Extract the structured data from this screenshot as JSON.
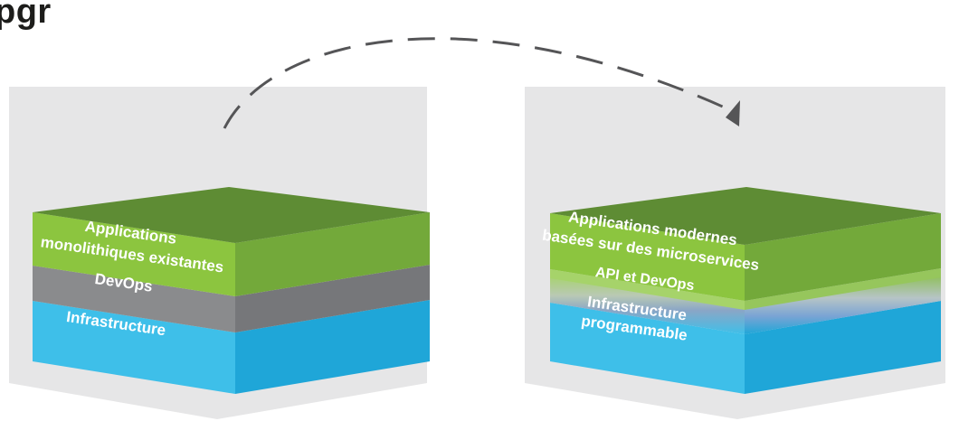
{
  "heading": "pgr",
  "colors": {
    "panel": "#e6e6e7",
    "top_green": "#5e8c34",
    "front_green": "#8cc53f",
    "side_green": "#73a93a",
    "gray_front": "#8a8b8d",
    "gray_side": "#76777a",
    "blue_front": "#3ebfe9",
    "blue_side": "#1fa6d8",
    "light_green": "#a6d36a",
    "arrow": "#555557"
  },
  "left_stack": {
    "apps_line1": "Applications",
    "apps_line2": "monolithiques existantes",
    "devops": "DevOps",
    "infra": "Infrastructure"
  },
  "right_stack": {
    "apps_line1": "Applications modernes",
    "apps_line2": "basées sur des microservices",
    "api": "API et DevOps",
    "infra_line1": "Infrastructure",
    "infra_line2": "programmable"
  }
}
